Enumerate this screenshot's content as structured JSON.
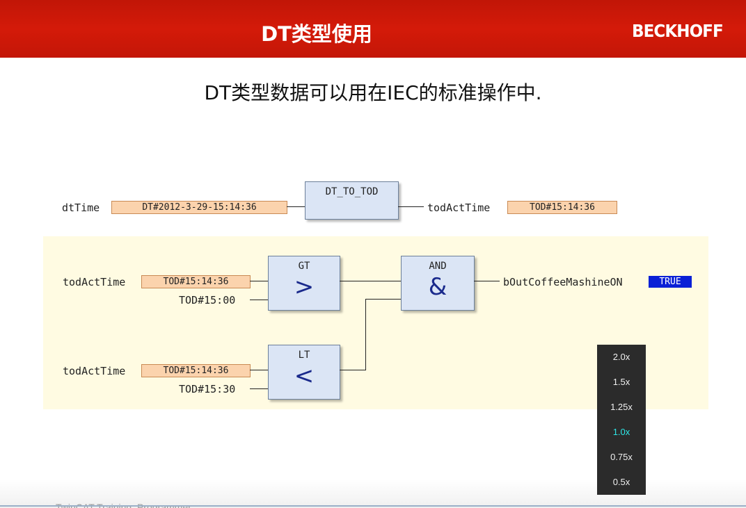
{
  "header": {
    "title": "DT类型使用",
    "logo": "BECKHOFF",
    "background_color": "#cc1808"
  },
  "subtitle": "DT类型数据可以用在IEC的标准操作中.",
  "diagram": {
    "conversion": {
      "input_label": "dtTime",
      "input_value": "DT#2012-3-29-15:14:36",
      "block_name": "DT_TO_TOD",
      "output_label": "todActTime",
      "output_value": "TOD#15:14:36"
    },
    "gt_block": {
      "name": "GT",
      "symbol": ">",
      "in1_label": "todActTime",
      "in1_value": "TOD#15:14:36",
      "in2_label": "TOD#15:00"
    },
    "lt_block": {
      "name": "LT",
      "symbol": "<",
      "in1_label": "todActTime",
      "in1_value": "TOD#15:14:36",
      "in2_label": "TOD#15:30"
    },
    "and_block": {
      "name": "AND",
      "symbol": "&",
      "output_label": "bOutCoffeeMashineON",
      "output_value": "TRUE"
    },
    "highlight_color": "#fffbe2",
    "value_box_color": "#fbd3ad",
    "true_color": "#0a20d6"
  },
  "speed_menu": {
    "items": [
      "2.0x",
      "1.5x",
      "1.25x",
      "1.0x",
      "0.75x",
      "0.5x"
    ],
    "selected": "1.0x",
    "selected_color": "#2ee6e6"
  },
  "footer": {
    "text": "TwinCAT Training: Programmer"
  }
}
